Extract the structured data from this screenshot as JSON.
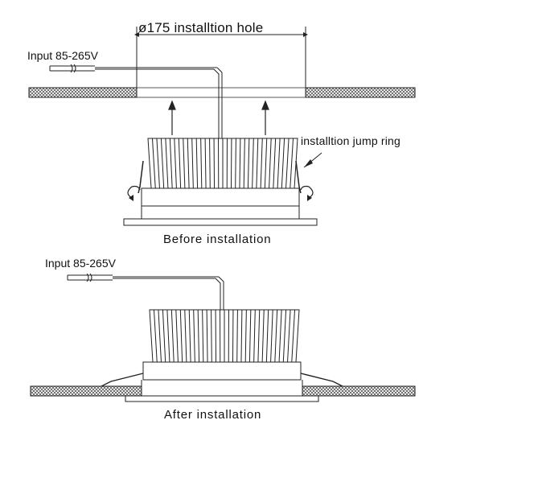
{
  "labels": {
    "hole": "ø175  installtion hole",
    "input_top": "Input 85-265V",
    "jump_ring": "installtion  jump ring",
    "before": "Before installation",
    "input_bottom": "Input 85-265V",
    "after": "After installation"
  },
  "colors": {
    "line": "#222222",
    "hatch": "#444444",
    "ceiling_fill": "#ffffff"
  }
}
